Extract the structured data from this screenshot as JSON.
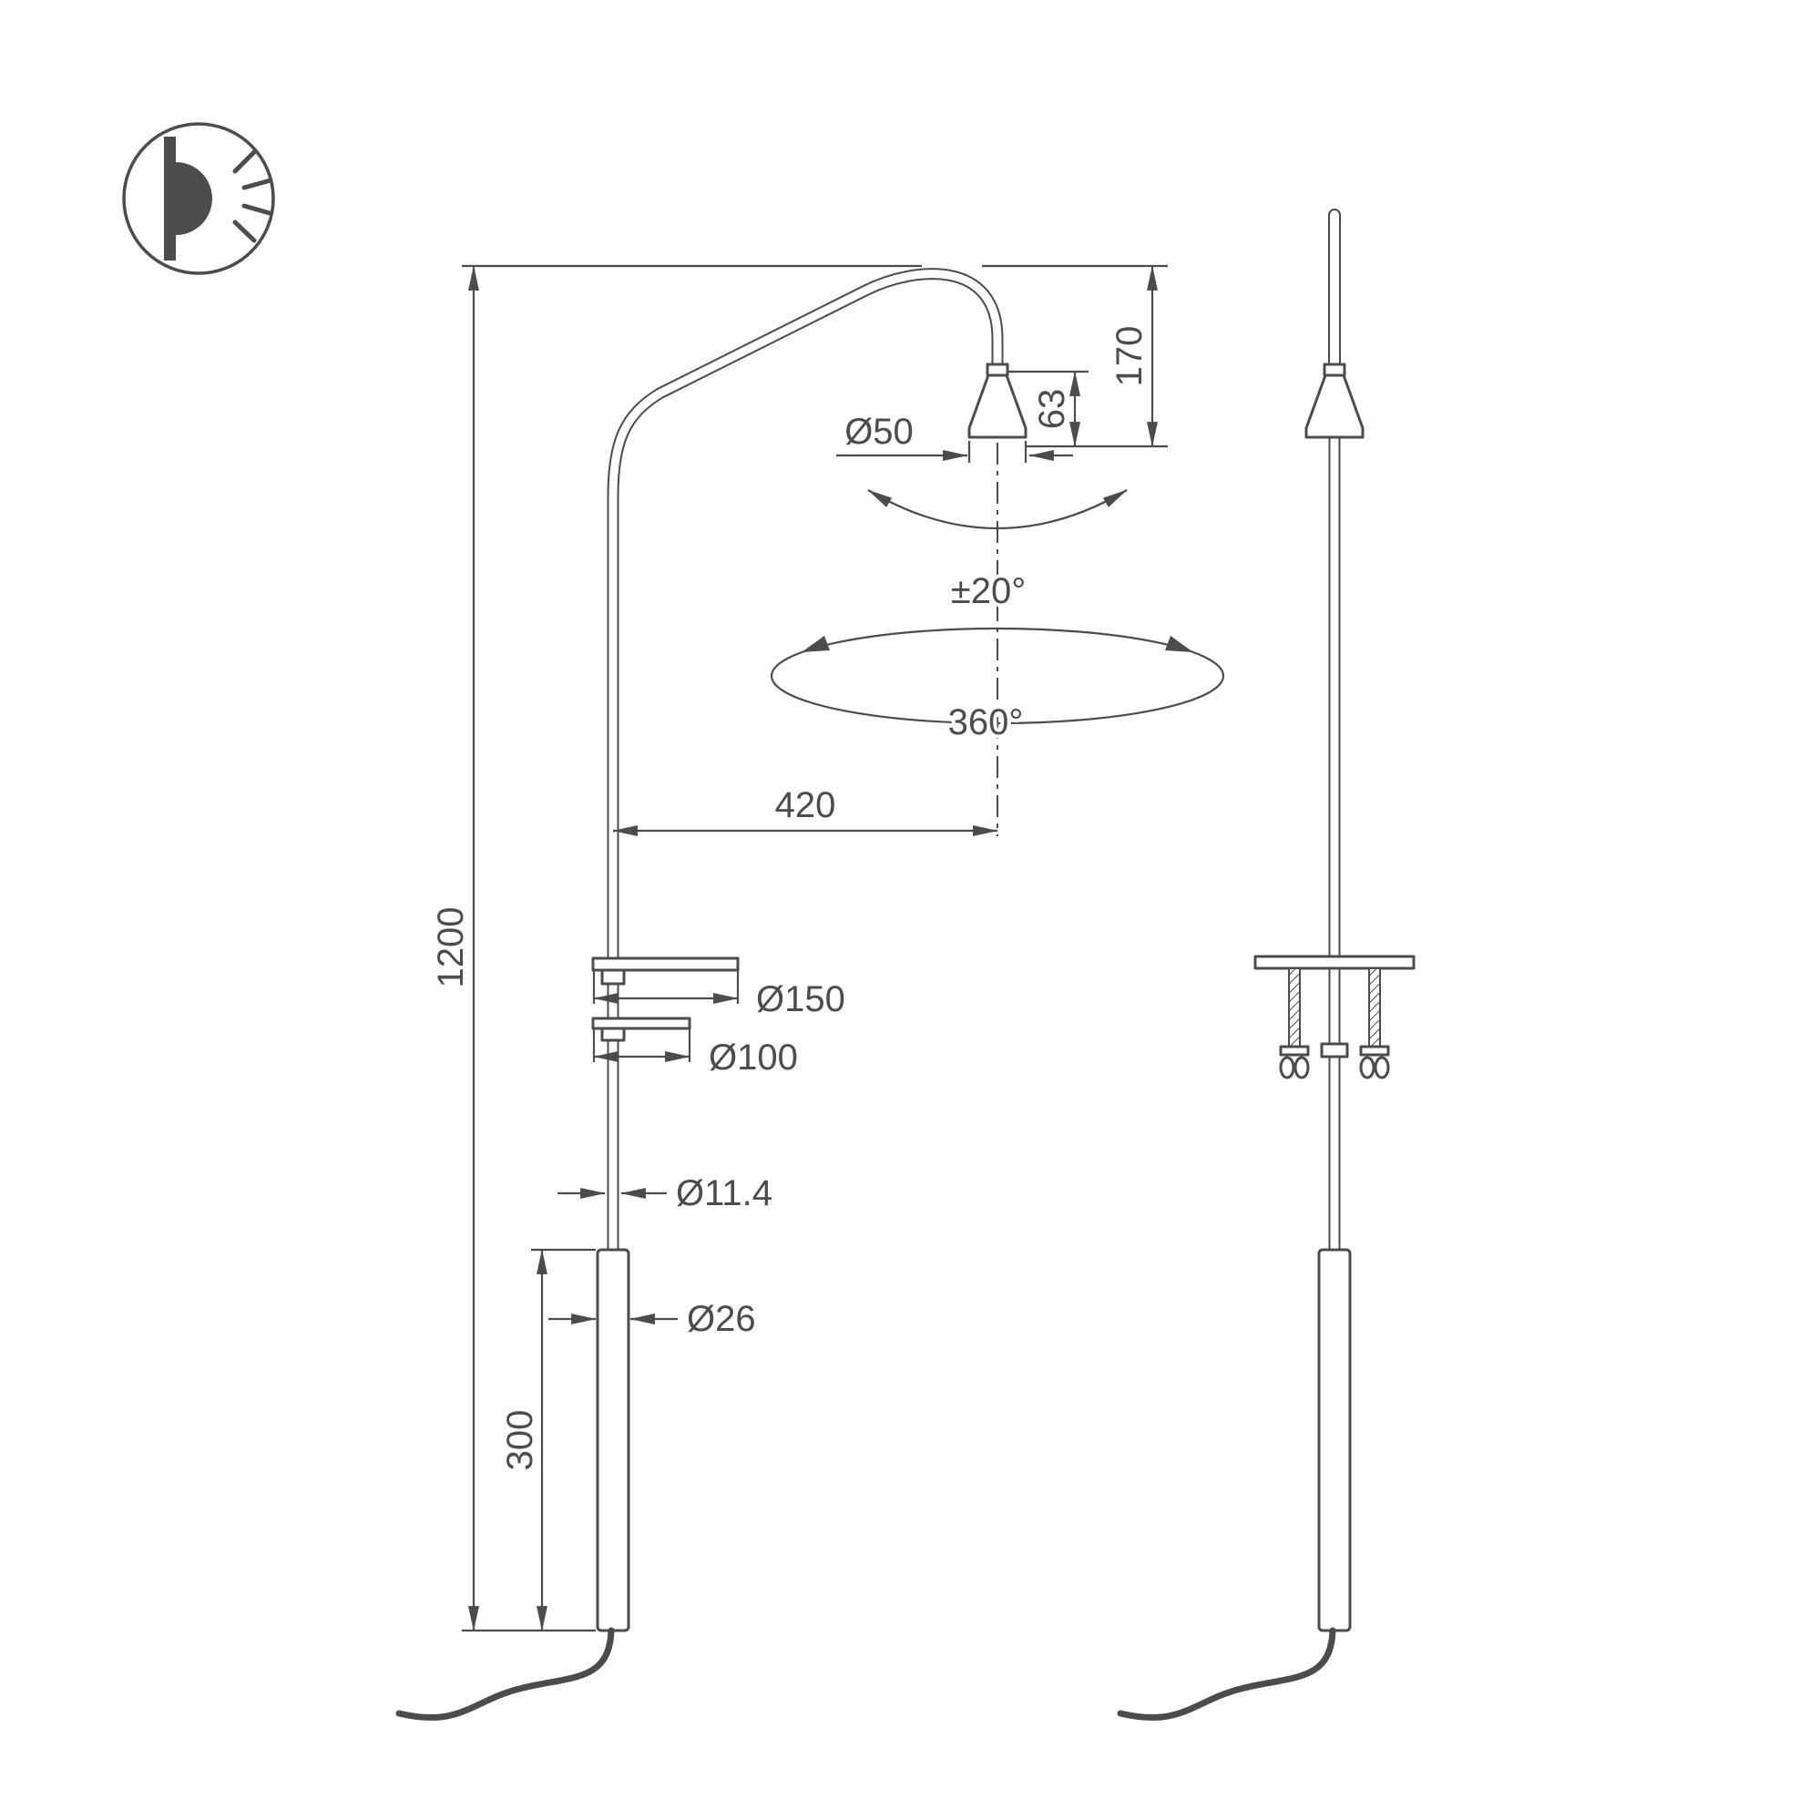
{
  "background": "#ffffff",
  "line_color": "#4c4c4c",
  "logo_icon": "wall-light-icon",
  "labels": {
    "height_total": "1200",
    "base_length": "300",
    "arm_reach": "420",
    "head_height": "170",
    "head_length": "63",
    "head_diameter": "Ø50",
    "tilt": "±20°",
    "rotation": "360°",
    "plate_large": "Ø150",
    "plate_small": "Ø100",
    "pole_diameter": "Ø11.4",
    "tube_diameter": "Ø26"
  }
}
